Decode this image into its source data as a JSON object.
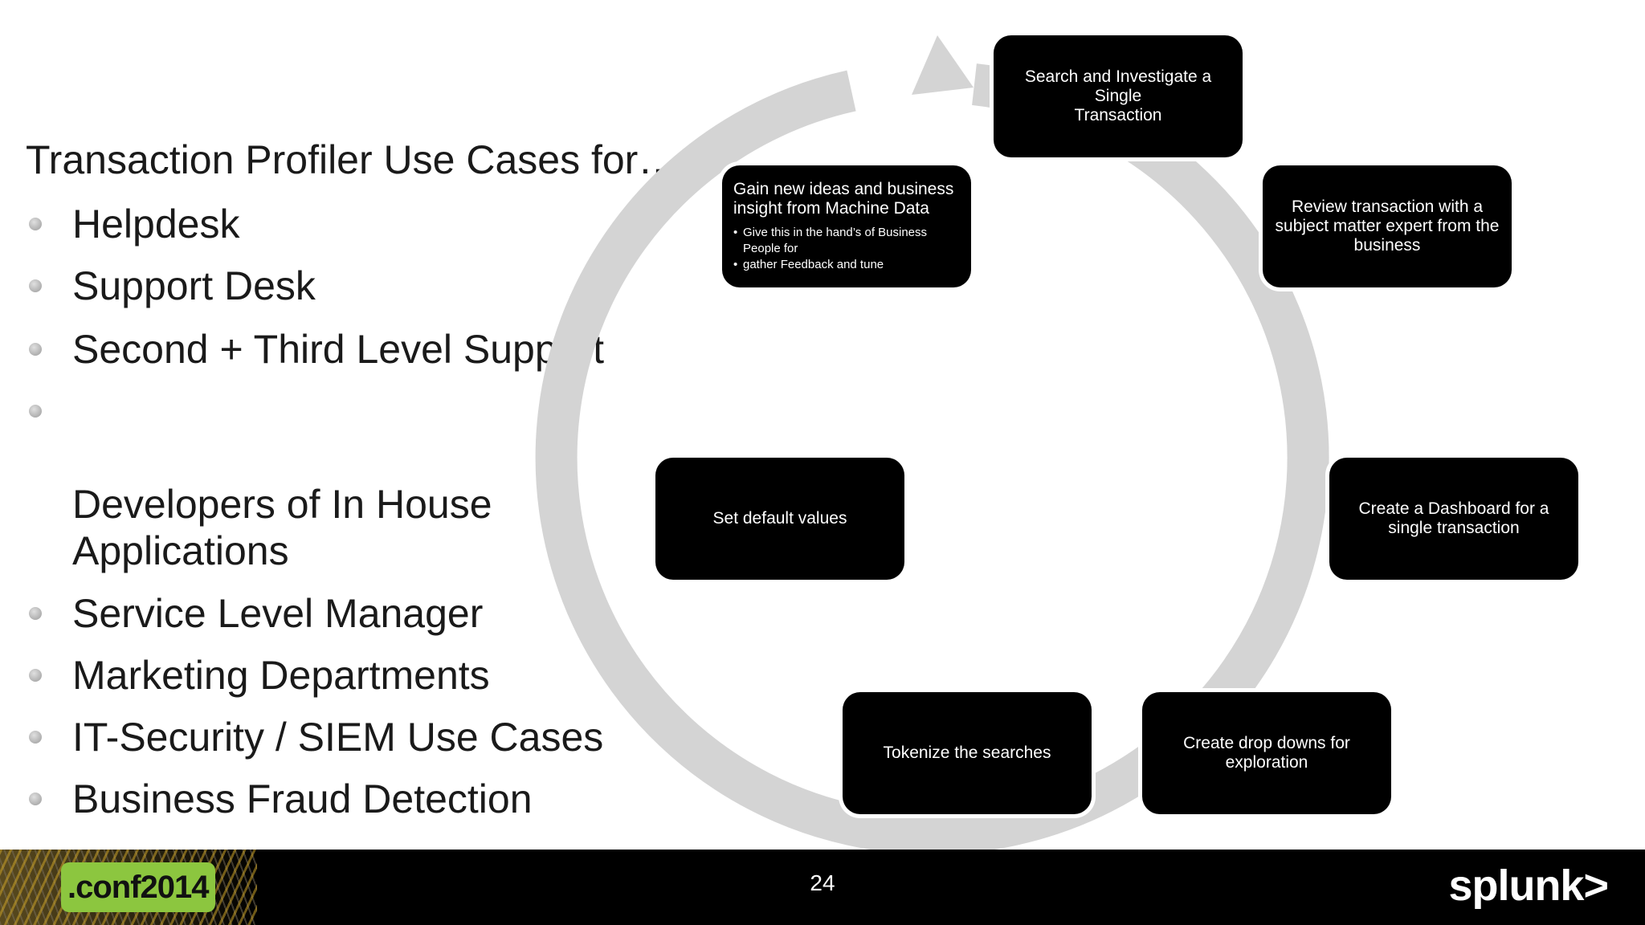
{
  "slide": {
    "title": "Transaction Profiler Use Cases for…",
    "bullets": [
      "Helpdesk",
      "Support Desk",
      "Second + Third Level Support",
      "Developers of In House\nApplications",
      "Service Level Manager",
      "Marketing Departments",
      "IT-Security / SIEM Use Cases",
      "Business Fraud Detection"
    ]
  },
  "cycle": {
    "arrow_color": "#d4d4d4",
    "node_color": "#000000",
    "nodes": [
      {
        "id": "search",
        "text": "Search and Investigate a Single\nTransaction"
      },
      {
        "id": "review",
        "text": "Review transaction with a\nsubject matter expert from the\nbusiness"
      },
      {
        "id": "dashboard",
        "text": "Create a Dashboard for a\nsingle transaction"
      },
      {
        "id": "dropdowns",
        "text": "Create drop downs for\nexploration"
      },
      {
        "id": "tokenize",
        "text": "Tokenize the searches"
      },
      {
        "id": "defaults",
        "text": "Set default values"
      },
      {
        "id": "insight",
        "text": "Gain new ideas and business\ninsight from Machine Data",
        "bullets": [
          "Give this in the hand’s of Business\nPeople for",
          "gather Feedback and tune"
        ]
      }
    ]
  },
  "footer": {
    "conf_logo_text": ".conf2014",
    "page_number": "24",
    "splunk_logo_text": "splunk>"
  }
}
